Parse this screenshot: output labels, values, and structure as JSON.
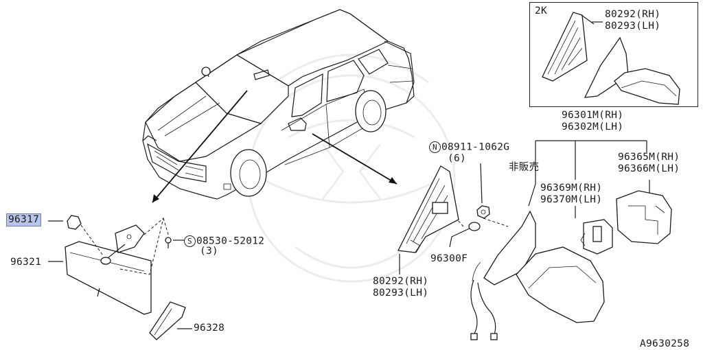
{
  "diagram": {
    "inset_label": "2K",
    "inset_part_rh": "80292(RH)",
    "inset_part_lh": "80293(LH)",
    "mirror_assy_rh": "96301M(RH)",
    "mirror_assy_lh": "96302M(LH)",
    "glass_rh": "96365M(RH)",
    "glass_lh": "96366M(LH)",
    "actuator_rh": "96369M(RH)",
    "actuator_lh": "96370M(LH)",
    "not_sold": "非販売",
    "nut_symbol": "N",
    "nut_part": "08911-1062G",
    "nut_qty": "(6)",
    "screw_symbol": "S",
    "screw_part": "08530-52012",
    "screw_qty": "(3)",
    "cover_rh": "80292(RH)",
    "cover_lh": "80293(LH)",
    "grommet": "96300F",
    "highlighted_part": "96317",
    "inner_mirror": "96321",
    "mirror_cover": "96328",
    "diagram_code": "A9630258"
  }
}
